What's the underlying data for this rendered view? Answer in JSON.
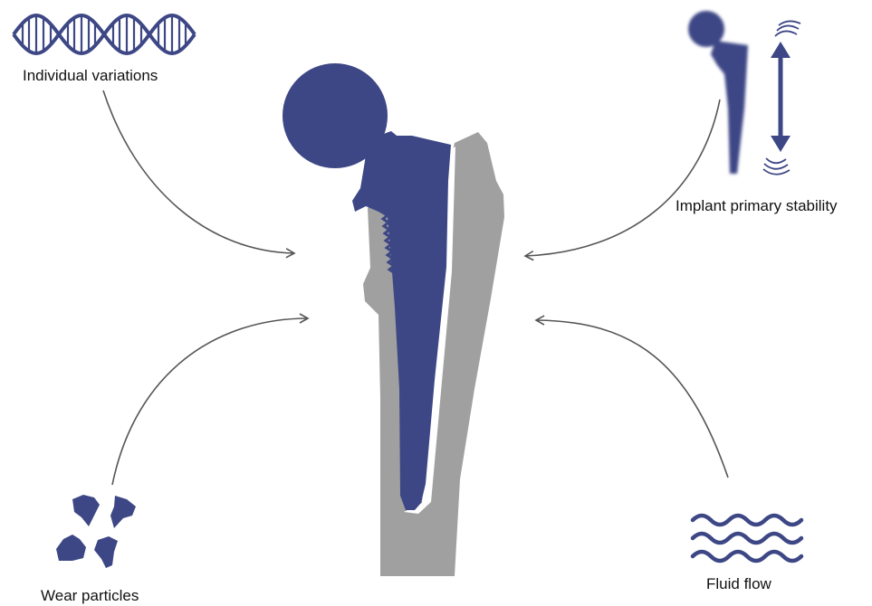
{
  "labels": {
    "individual_variations": "Individual variations",
    "implant_primary_stability": "Implant primary stability",
    "wear_particles": "Wear particles",
    "fluid_flow": "Fluid flow"
  },
  "colors": {
    "implant": "#3d4785",
    "bone": "#a0a0a0",
    "arrow": "#555555",
    "text": "#111111",
    "background": "#ffffff"
  },
  "icons": {
    "top_left": "dna-helix-icon",
    "top_right": "loaded-hip-stem-icon",
    "bottom_left": "wear-particles-icon",
    "bottom_right": "fluid-waves-icon",
    "center": "hip-implant-in-femur-icon"
  }
}
